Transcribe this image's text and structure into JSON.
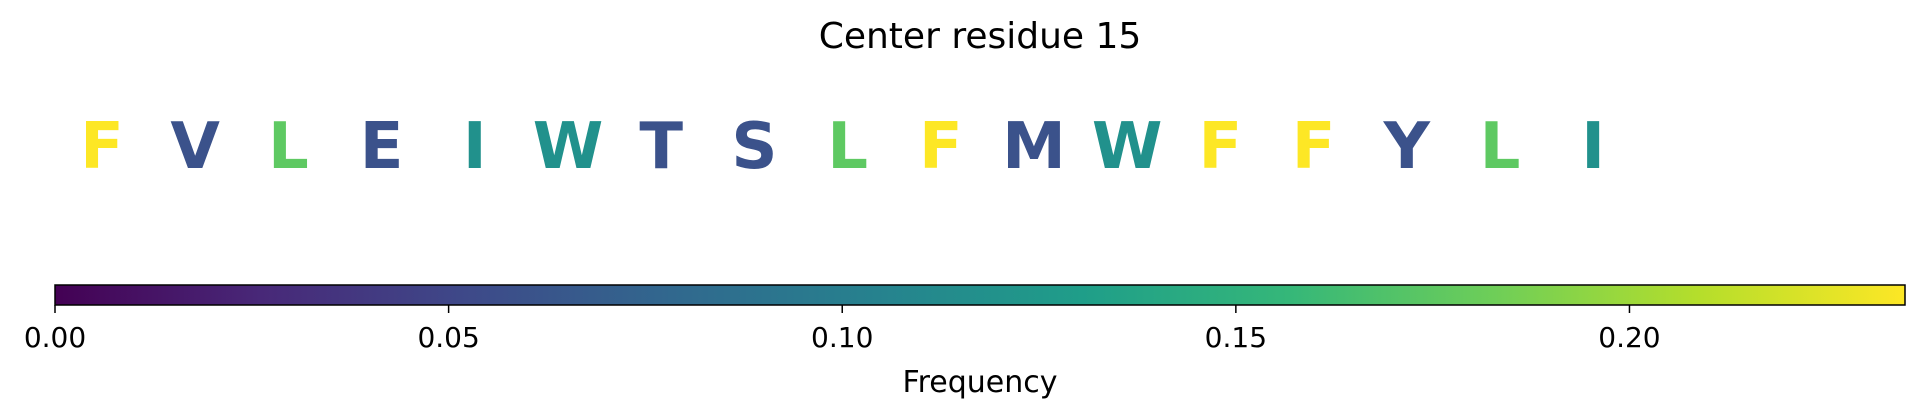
{
  "chart_data": {
    "type": "sequence-logo",
    "title": "Center residue 15",
    "residues": [
      {
        "letter": "F",
        "frequency": 0.235,
        "color": "#fde725"
      },
      {
        "letter": "V",
        "frequency": 0.06,
        "color": "#3b528b"
      },
      {
        "letter": "L",
        "frequency": 0.18,
        "color": "#5ec962"
      },
      {
        "letter": "E",
        "frequency": 0.06,
        "color": "#3b528b"
      },
      {
        "letter": "I",
        "frequency": 0.12,
        "color": "#21918c"
      },
      {
        "letter": "W",
        "frequency": 0.12,
        "color": "#21918c"
      },
      {
        "letter": "T",
        "frequency": 0.06,
        "color": "#3b528b"
      },
      {
        "letter": "S",
        "frequency": 0.06,
        "color": "#3b528b"
      },
      {
        "letter": "L",
        "frequency": 0.18,
        "color": "#5ec962"
      },
      {
        "letter": "F",
        "frequency": 0.235,
        "color": "#fde725"
      },
      {
        "letter": "M",
        "frequency": 0.06,
        "color": "#3b528b"
      },
      {
        "letter": "W",
        "frequency": 0.12,
        "color": "#21918c"
      },
      {
        "letter": "F",
        "frequency": 0.235,
        "color": "#fde725"
      },
      {
        "letter": "F",
        "frequency": 0.235,
        "color": "#fde725"
      },
      {
        "letter": "Y",
        "frequency": 0.06,
        "color": "#3b528b"
      },
      {
        "letter": "L",
        "frequency": 0.18,
        "color": "#5ec962"
      },
      {
        "letter": "I",
        "frequency": 0.12,
        "color": "#21918c"
      }
    ],
    "colorbar": {
      "label": "Frequency",
      "colormap": "viridis",
      "range": [
        0,
        0.235
      ],
      "ticks": [
        0.0,
        0.05,
        0.1,
        0.15,
        0.2
      ],
      "tick_labels": [
        "0.00",
        "0.05",
        "0.10",
        "0.15",
        "0.20"
      ],
      "stops": [
        "#440154",
        "#482878",
        "#3e4989",
        "#31688e",
        "#26828e",
        "#1f9e89",
        "#35b779",
        "#6ece58",
        "#b5de2b",
        "#fde725"
      ]
    }
  }
}
